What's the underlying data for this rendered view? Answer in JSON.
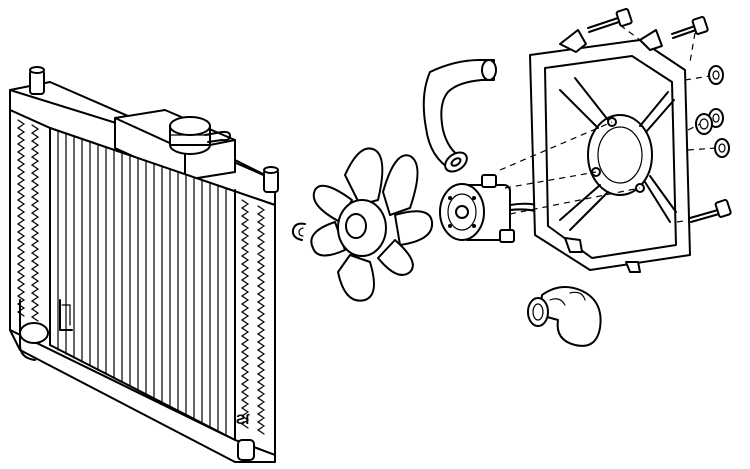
{
  "diagram": {
    "title": "",
    "corner_mark": "Ƨſ",
    "parts": [
      {
        "id": "radiator",
        "label": ""
      },
      {
        "id": "radiator-cap",
        "label": ""
      },
      {
        "id": "fan-blade",
        "label": ""
      },
      {
        "id": "circlip",
        "label": ""
      },
      {
        "id": "fan-motor",
        "label": ""
      },
      {
        "id": "upper-hose",
        "label": ""
      },
      {
        "id": "lower-hose",
        "label": ""
      },
      {
        "id": "fan-shroud",
        "label": ""
      },
      {
        "id": "mounting-bolt",
        "label": ""
      },
      {
        "id": "rubber-grommet",
        "label": ""
      }
    ]
  }
}
